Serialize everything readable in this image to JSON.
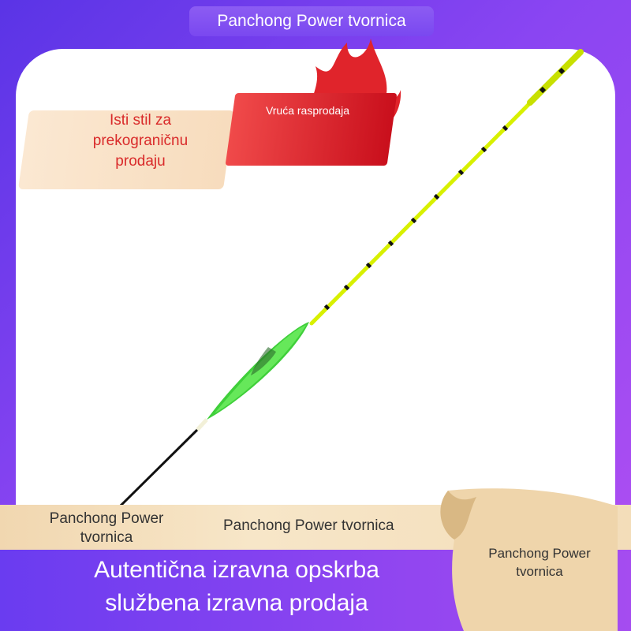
{
  "header": {
    "title": "Panchong Power tvornica"
  },
  "promo": {
    "label": "Isti stil za prekograničnu prodaju"
  },
  "hot": {
    "label": "Vruća rasprodaja"
  },
  "band": {
    "left": "Panchong Power tvornica",
    "middle": "Panchong Power tvornica"
  },
  "footer": {
    "slogan_line1": "Autentična izravna opskrba",
    "slogan_line2": "službena izravna prodaja"
  },
  "scroll": {
    "label": "Panchong Power tvornica"
  },
  "colors": {
    "accent": "#7b3ff0",
    "float_green": "#5ee04a",
    "float_yellow": "#d8f000",
    "promo_red": "#d92a2a"
  }
}
